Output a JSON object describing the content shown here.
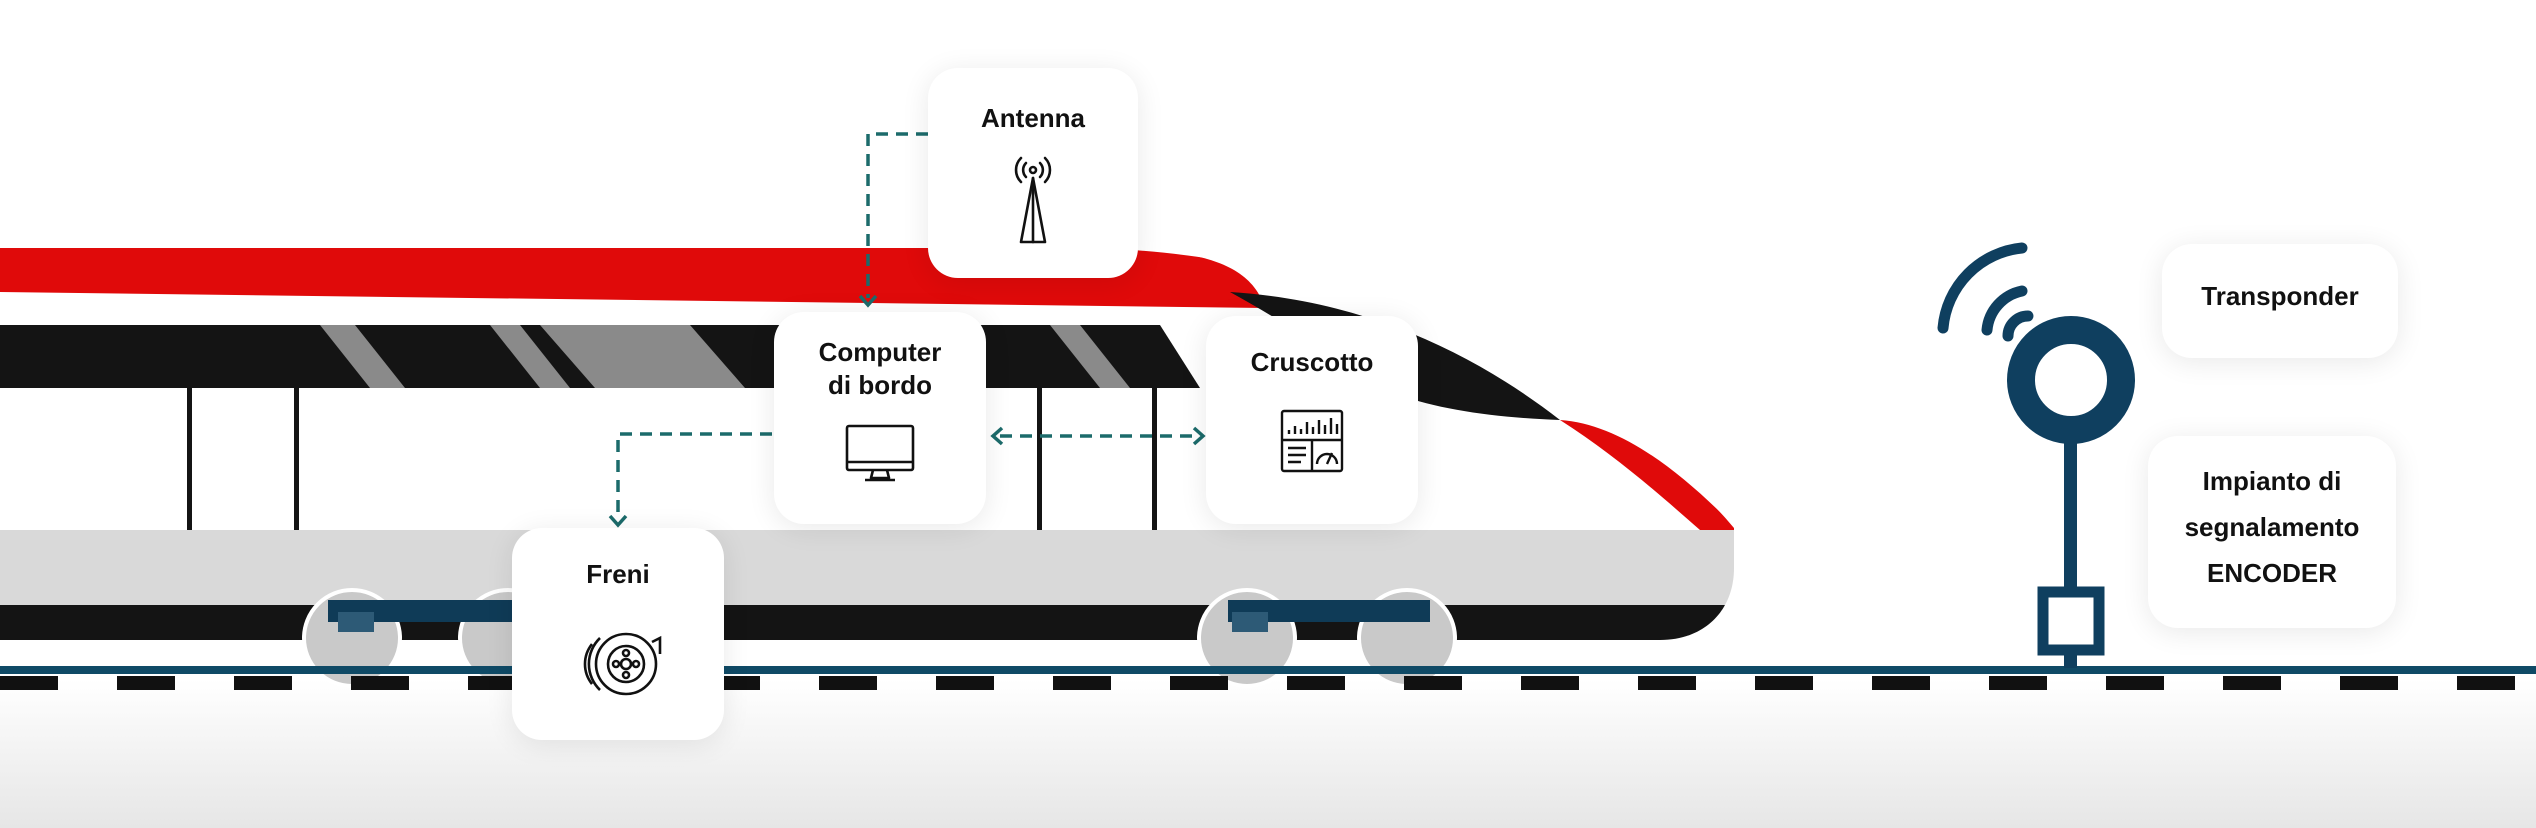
{
  "colors": {
    "train_red": "#e00a0a",
    "window_black": "#141414",
    "body_white": "#ffffff",
    "skirt_gray": "#d9d9d9",
    "bogie_navy": "#0f3b57",
    "connector_teal": "#1c6b6b",
    "rail_navy": "#0f4a66",
    "sleeper_black": "#111111",
    "signal_navy": "#0f3f5f",
    "ground_gray": "#ececec"
  },
  "components": {
    "antenna": {
      "label": "Antenna",
      "icon": "antenna-tower-icon"
    },
    "onboard_computer": {
      "label": "Computer\ndi bordo",
      "icon": "monitor-icon"
    },
    "dashboard": {
      "label": "Cruscotto",
      "icon": "dashboard-gauge-icon"
    },
    "brakes": {
      "label": "Freni",
      "icon": "disc-brake-icon"
    }
  },
  "trackside": {
    "transponder": {
      "label": "Transponder",
      "icon": "wireless-signal-icon"
    },
    "encoder": {
      "label": "Impianto di\nsegnalamento\nENCODER",
      "icon": "signal-post-icon"
    }
  }
}
